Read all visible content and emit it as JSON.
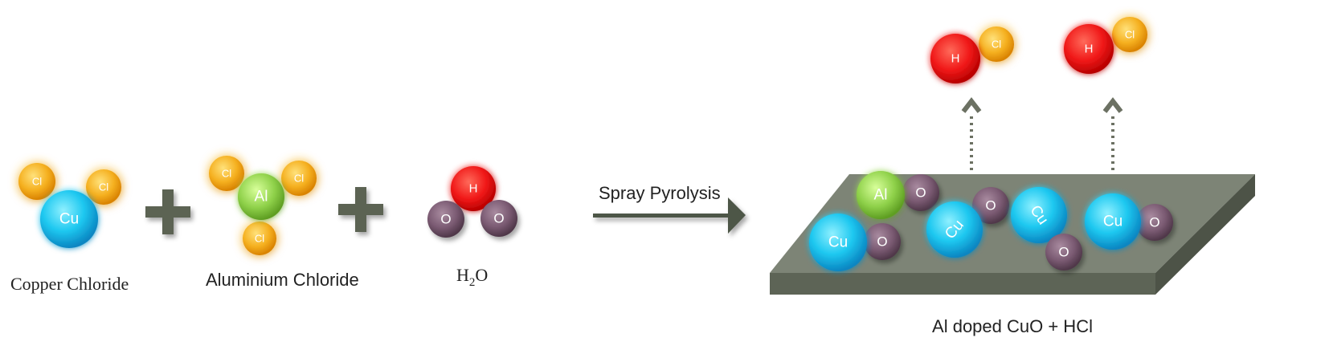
{
  "reactants": {
    "copper_chloride": {
      "caption": "Copper Chloride",
      "atoms": {
        "cu": "Cu",
        "cl1": "Cl",
        "cl2": "Cl"
      }
    },
    "aluminium_chloride": {
      "caption": "Aluminium Chloride",
      "atoms": {
        "al": "Al",
        "cl1": "Cl",
        "cl2": "Cl",
        "cl3": "Cl"
      }
    },
    "water": {
      "caption_main": "H",
      "caption_sub": "2",
      "caption_end": "O",
      "atoms": {
        "h": "H",
        "o1": "O",
        "o2": "O"
      }
    }
  },
  "process": {
    "label": "Spray Pyrolysis"
  },
  "product": {
    "caption": "Al doped CuO + HCl",
    "substrate_atoms": {
      "al": "Al",
      "o_al": "O",
      "cu1": "Cu",
      "o_cu1": "O",
      "cu2": "Cu",
      "o_cu2": "O",
      "cu3": "Cu",
      "o_cu3": "O",
      "cu4": "Cu",
      "o_cu4": "O"
    },
    "hcl_1": {
      "h": "H",
      "cl": "Cl"
    },
    "hcl_2": {
      "h": "H",
      "cl": "Cl"
    }
  },
  "colors": {
    "copper": "#1ec8f0",
    "chlorine": "#f5b020",
    "aluminium": "#8fd14a",
    "hydrogen": "#f01818",
    "oxygen": "#7a5a72",
    "plus_sign": "#5b6452",
    "arrow": "#4e5646",
    "substrate_top": "#7d8476",
    "substrate_side": "#5d6456"
  }
}
